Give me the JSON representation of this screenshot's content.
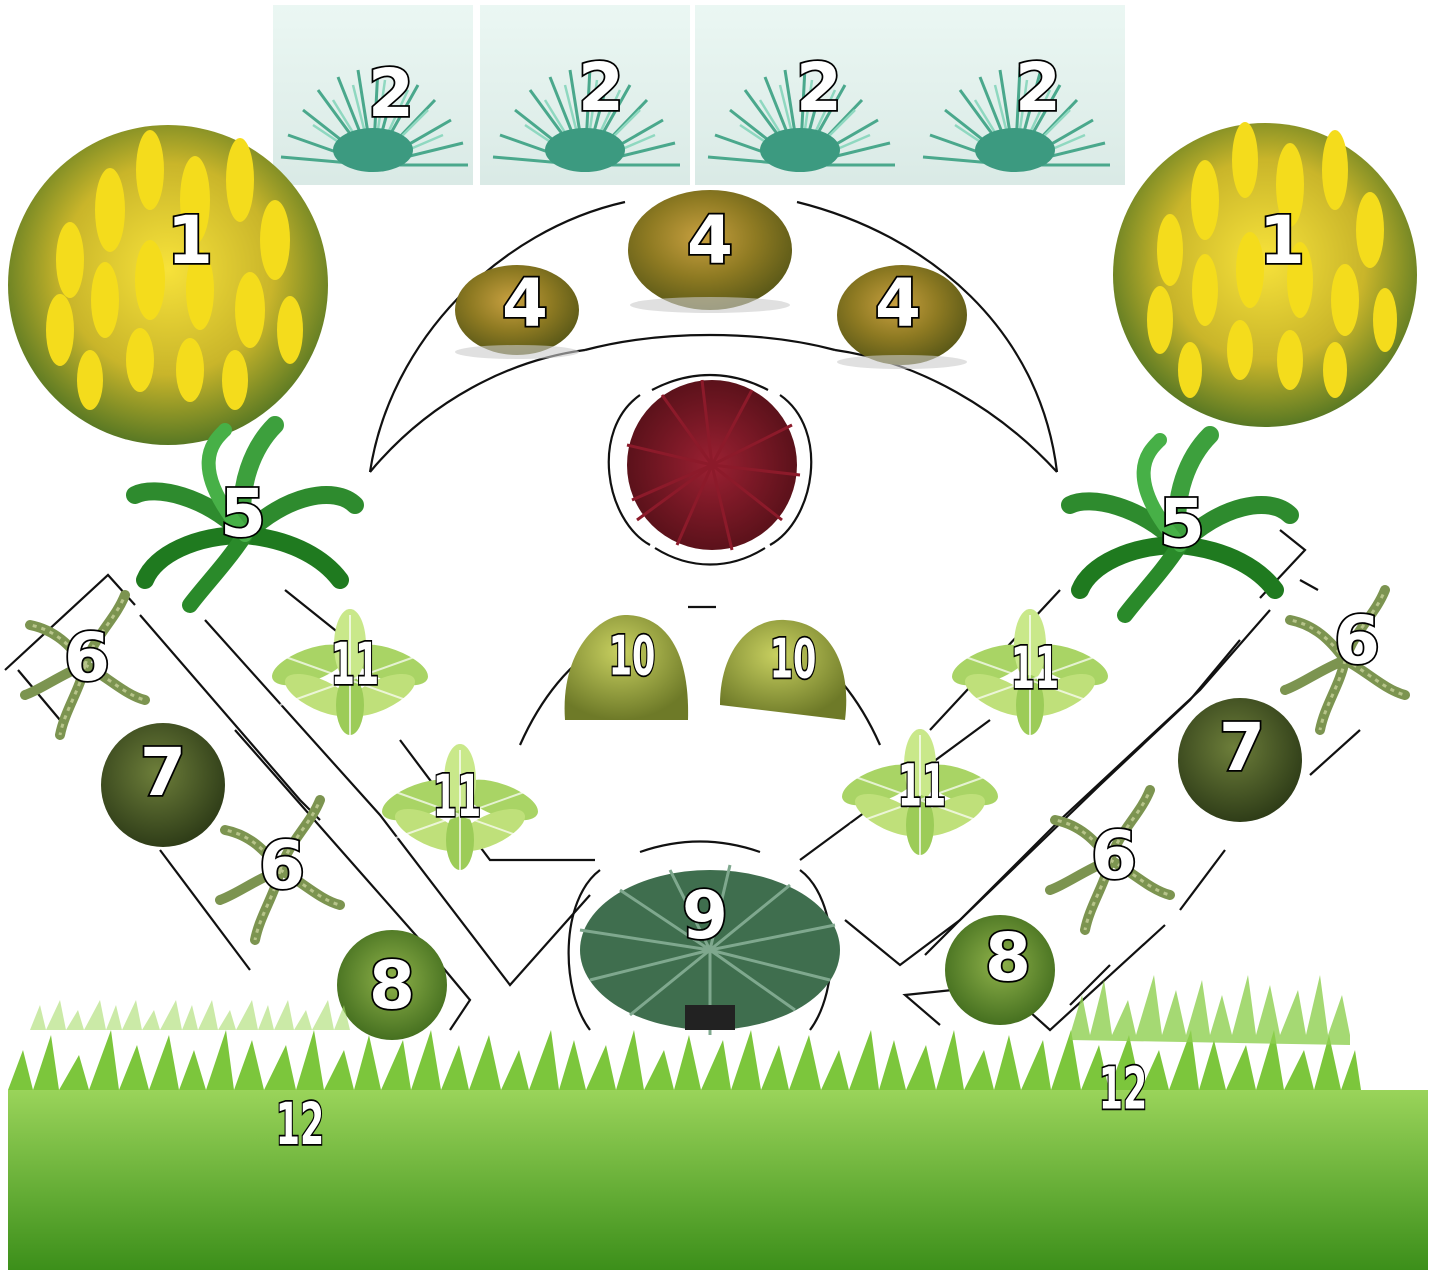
{
  "plan_labels": {
    "p1": "1",
    "p2": "2",
    "p4": "4",
    "p5": "5",
    "p6": "6",
    "p7": "7",
    "p8": "8",
    "p9": "9",
    "p10": "10",
    "p11": "11",
    "p12": "12"
  },
  "colors": {
    "loosestrife_yellow": "#f2d70f",
    "fescue_blue_green": "#5fae96",
    "spiraea_orange_green": "#9c8a25",
    "barberry_red": "#7a1424",
    "fern_green": "#2f8f2f",
    "juniper_gray_green": "#7f9456",
    "thuja_dark_green": "#4b5e2a",
    "pine_green": "#5f8f2a",
    "juniper_blue_green": "#3f6e4e",
    "boxwood_lime": "#a8b84a",
    "hosta_light_green": "#b8d86a",
    "lawn_green": "#62b82a"
  }
}
